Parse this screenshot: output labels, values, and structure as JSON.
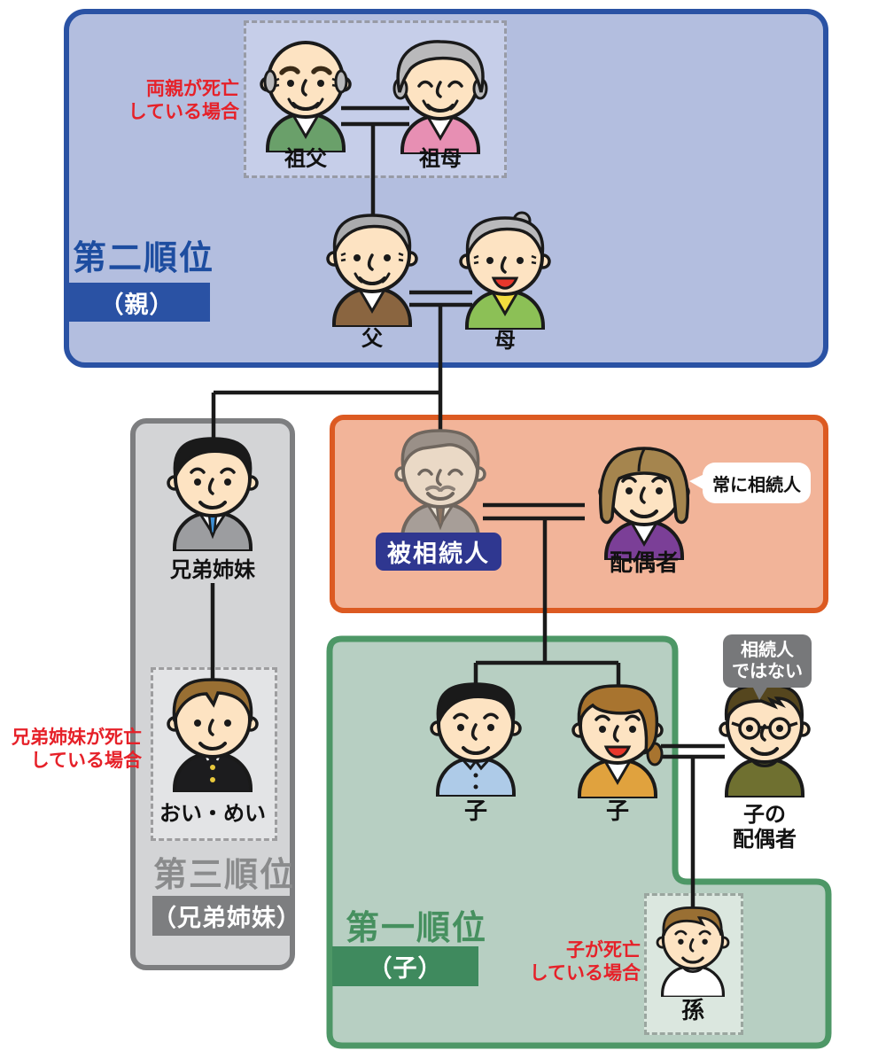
{
  "rank2": {
    "title": "第二順位",
    "badge": "（親）",
    "note": "両親が死亡\nしている場合",
    "persons": {
      "grandfather": "祖父",
      "grandmother": "祖母",
      "father": "父",
      "mother": "母"
    }
  },
  "rank3": {
    "title": "第三順位",
    "badge": "（兄弟姉妹）",
    "note": "兄弟姉妹が死亡\nしている場合",
    "persons": {
      "sibling": "兄弟姉妹",
      "nephew_niece": "おい・めい"
    }
  },
  "rank1": {
    "title": "第一順位",
    "badge": "（子）",
    "note": "子が死亡\nしている場合",
    "persons": {
      "child1": "子",
      "child2": "子",
      "grandchild": "孫"
    }
  },
  "center": {
    "decedent_label": "被相続人",
    "spouse_label": "配偶者",
    "spouse_bubble": "常に相続人",
    "child_spouse_label": "子の\n配偶者",
    "child_spouse_bubble": "相続人\nではない"
  },
  "colors": {
    "rank2_fill": "#b3bedf",
    "rank2_border": "#2a52a4",
    "rank2_title": "#1d4da0",
    "rank3_fill": "#d3d4d6",
    "rank3_border": "#7d7e80",
    "rank3_title": "#8a8b8c",
    "decedent_box_fill": "#f2b499",
    "decedent_box_border": "#dc5a22",
    "rank1_fill": "#b7cfc2",
    "rank1_border": "#4d9766",
    "rank1_title": "#46905f",
    "decedent_badge": "#2f3790",
    "note_red": "#e62129",
    "not_heir_bubble": "#77787a",
    "always_heir_bubble": "#ffffff"
  }
}
